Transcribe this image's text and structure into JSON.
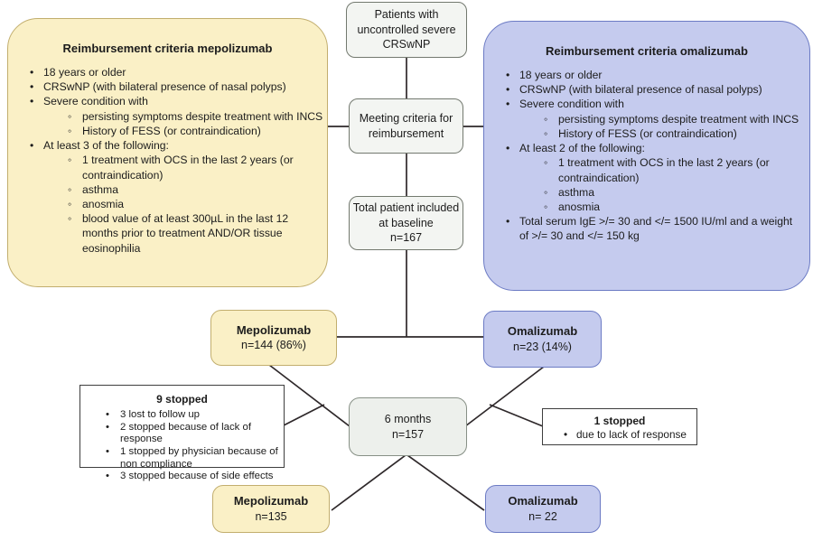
{
  "colors": {
    "yellow_fill": "#faf0c6",
    "yellow_border": "#c2ae6e",
    "blue_fill": "#c5cbee",
    "blue_border": "#6c7bc4",
    "gray_fill": "#f3f5f2",
    "gray_border": "#73796f",
    "white_box_border": "#3e3e3e",
    "line": "#2e282a"
  },
  "top_box": {
    "label": "Patients with uncontrolled severe CRSwNP"
  },
  "meeting_box": {
    "label": "Meeting criteria for reimbursement"
  },
  "baseline_box": {
    "label": "Total patient included at baseline",
    "n": "n=167"
  },
  "six_months_box": {
    "label": "6 months",
    "n": "n=157"
  },
  "mepolizumab_criteria": {
    "title": "Reimbursement criteria mepolizumab",
    "items": [
      {
        "text": "18 years or older"
      },
      {
        "text": "CRSwNP (with bilateral presence of nasal polyps)"
      },
      {
        "text": "Severe condition with",
        "sub": [
          "persisting symptoms despite treatment with INCS",
          "History of FESS (or contraindication)"
        ]
      },
      {
        "text": "At least 3 of the following:",
        "sub": [
          "1 treatment with OCS in the last 2 years (or contraindication)",
          "asthma",
          "anosmia",
          "blood value of at least 300µL in the last 12 months prior to treatment AND/OR tissue eosinophilia"
        ]
      }
    ]
  },
  "omalizumab_criteria": {
    "title": "Reimbursement criteria omalizumab",
    "items": [
      {
        "text": "18 years or older"
      },
      {
        "text": "CRSwNP (with bilateral presence of nasal polyps)"
      },
      {
        "text": "Severe condition with",
        "sub": [
          "persisting symptoms despite treatment with INCS",
          "History of FESS (or contraindication)"
        ]
      },
      {
        "text": "At least 2 of the following:",
        "sub": [
          "1 treatment with OCS in the last 2 years (or contraindication)",
          "asthma",
          "anosmia"
        ]
      },
      {
        "text": "Total serum IgE >/= 30 and </= 1500 IU/ml and a weight of >/= 30 and </= 150 kg"
      }
    ]
  },
  "mepolizumab_mid_box": {
    "name": "Mepolizumab",
    "n": "n=144 (86%)"
  },
  "omalizumab_mid_box": {
    "name": "Omalizumab",
    "n": "n=23 (14%)"
  },
  "mepolizumab_bottom_box": {
    "name": "Mepolizumab",
    "n": "n=135"
  },
  "omalizumab_bottom_box": {
    "name": "Omalizumab",
    "n": "n= 22"
  },
  "mepolizumab_dropouts": {
    "title": "9 stopped",
    "items": [
      "3 lost to follow up",
      "2 stopped because of lack of response",
      "1 stopped by physician because of non compliance",
      "3 stopped because of side effects"
    ]
  },
  "omalizumab_dropouts": {
    "title": "1 stopped",
    "items": [
      "due to lack of response"
    ]
  }
}
